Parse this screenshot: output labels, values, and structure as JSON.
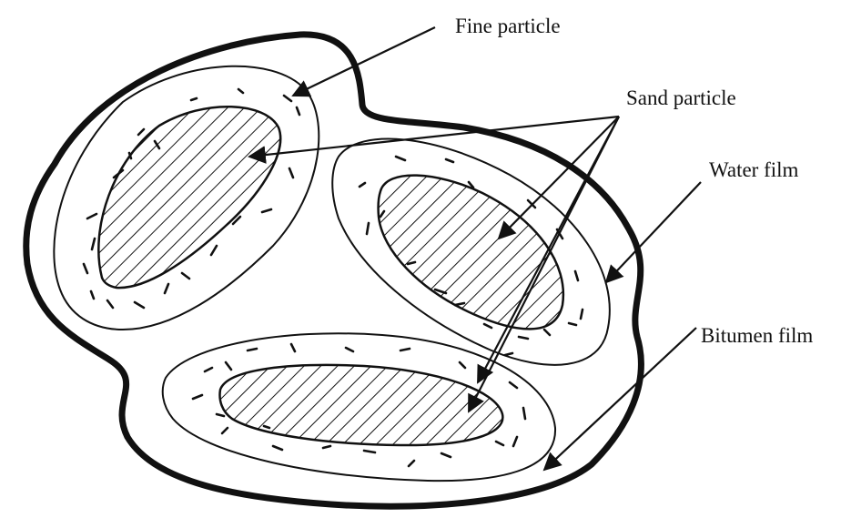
{
  "labels": {
    "fine_particle": "Fine particle",
    "sand_particle": "Sand particle",
    "water_film": "Water film",
    "bitumen_film": "Bitumen film"
  },
  "colors": {
    "ink": "#111111",
    "background": "#ffffff"
  }
}
